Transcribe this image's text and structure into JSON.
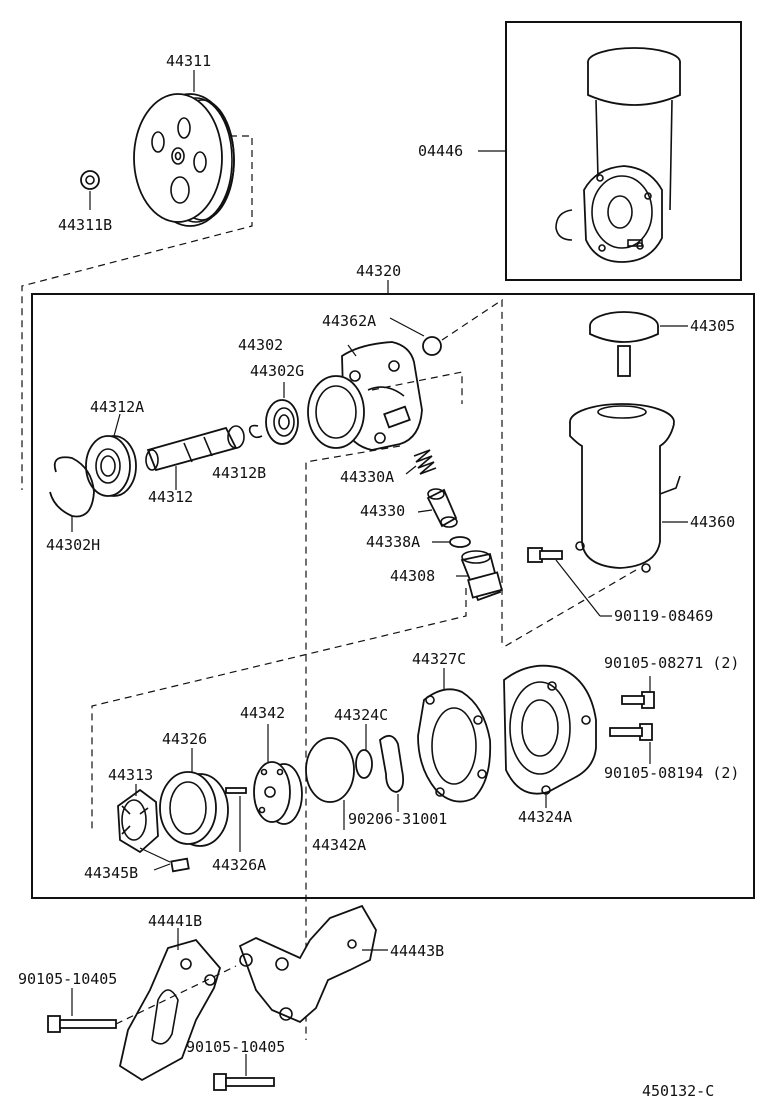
{
  "parts": [
    {
      "id": "p44311",
      "label": "44311"
    },
    {
      "id": "p44311b",
      "label": "44311B"
    },
    {
      "id": "p04446",
      "label": "04446"
    },
    {
      "id": "p44320",
      "label": "44320"
    },
    {
      "id": "p44362a",
      "label": "44362A"
    },
    {
      "id": "p44302",
      "label": "44302"
    },
    {
      "id": "p44305",
      "label": "44305"
    },
    {
      "id": "p44302g",
      "label": "44302G"
    },
    {
      "id": "p44312a",
      "label": "44312A"
    },
    {
      "id": "p44312b",
      "label": "44312B"
    },
    {
      "id": "p44312",
      "label": "44312"
    },
    {
      "id": "p44330a",
      "label": "44330A"
    },
    {
      "id": "p44302h",
      "label": "44302H"
    },
    {
      "id": "p44330",
      "label": "44330"
    },
    {
      "id": "p44360",
      "label": "44360"
    },
    {
      "id": "p44338a",
      "label": "44338A"
    },
    {
      "id": "p44308",
      "label": "44308"
    },
    {
      "id": "p90119",
      "label": "90119-08469"
    },
    {
      "id": "p44327c",
      "label": "44327C"
    },
    {
      "id": "p90105_08271",
      "label": "90105-08271 (2)"
    },
    {
      "id": "p44342",
      "label": "44342"
    },
    {
      "id": "p44324c",
      "label": "44324C"
    },
    {
      "id": "p44326",
      "label": "44326"
    },
    {
      "id": "p90105_08194",
      "label": "90105-08194 (2)"
    },
    {
      "id": "p44313",
      "label": "44313"
    },
    {
      "id": "p90206",
      "label": "90206-31001"
    },
    {
      "id": "p44324a",
      "label": "44324A"
    },
    {
      "id": "p44342a",
      "label": "44342A"
    },
    {
      "id": "p44345b",
      "label": "44345B"
    },
    {
      "id": "p44326a",
      "label": "44326A"
    },
    {
      "id": "p44441b",
      "label": "44441B"
    },
    {
      "id": "p44443b",
      "label": "44443B"
    },
    {
      "id": "p90105_10405a",
      "label": "90105-10405"
    },
    {
      "id": "p90105_10405b",
      "label": "90105-10405"
    }
  ],
  "illustration_code": "450132-C"
}
